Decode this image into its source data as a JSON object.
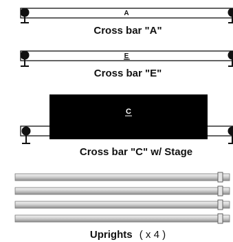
{
  "diagram": {
    "parts": {
      "bar_a": {
        "letter": "A",
        "caption": "Cross bar \"A\""
      },
      "bar_e": {
        "letter": "E",
        "caption": "Cross bar \"E\""
      },
      "bar_c": {
        "letter": "C",
        "caption": "Cross bar \"C\" w/ Stage"
      },
      "uprights": {
        "caption": "Uprights",
        "quantity": "( x 4 )"
      }
    },
    "colors": {
      "outline": "#111111",
      "stage_fill": "#000000",
      "stage_text": "#ffffff",
      "tube_light": "#e6e6e6",
      "tube_dark": "#9a9a9a"
    }
  }
}
